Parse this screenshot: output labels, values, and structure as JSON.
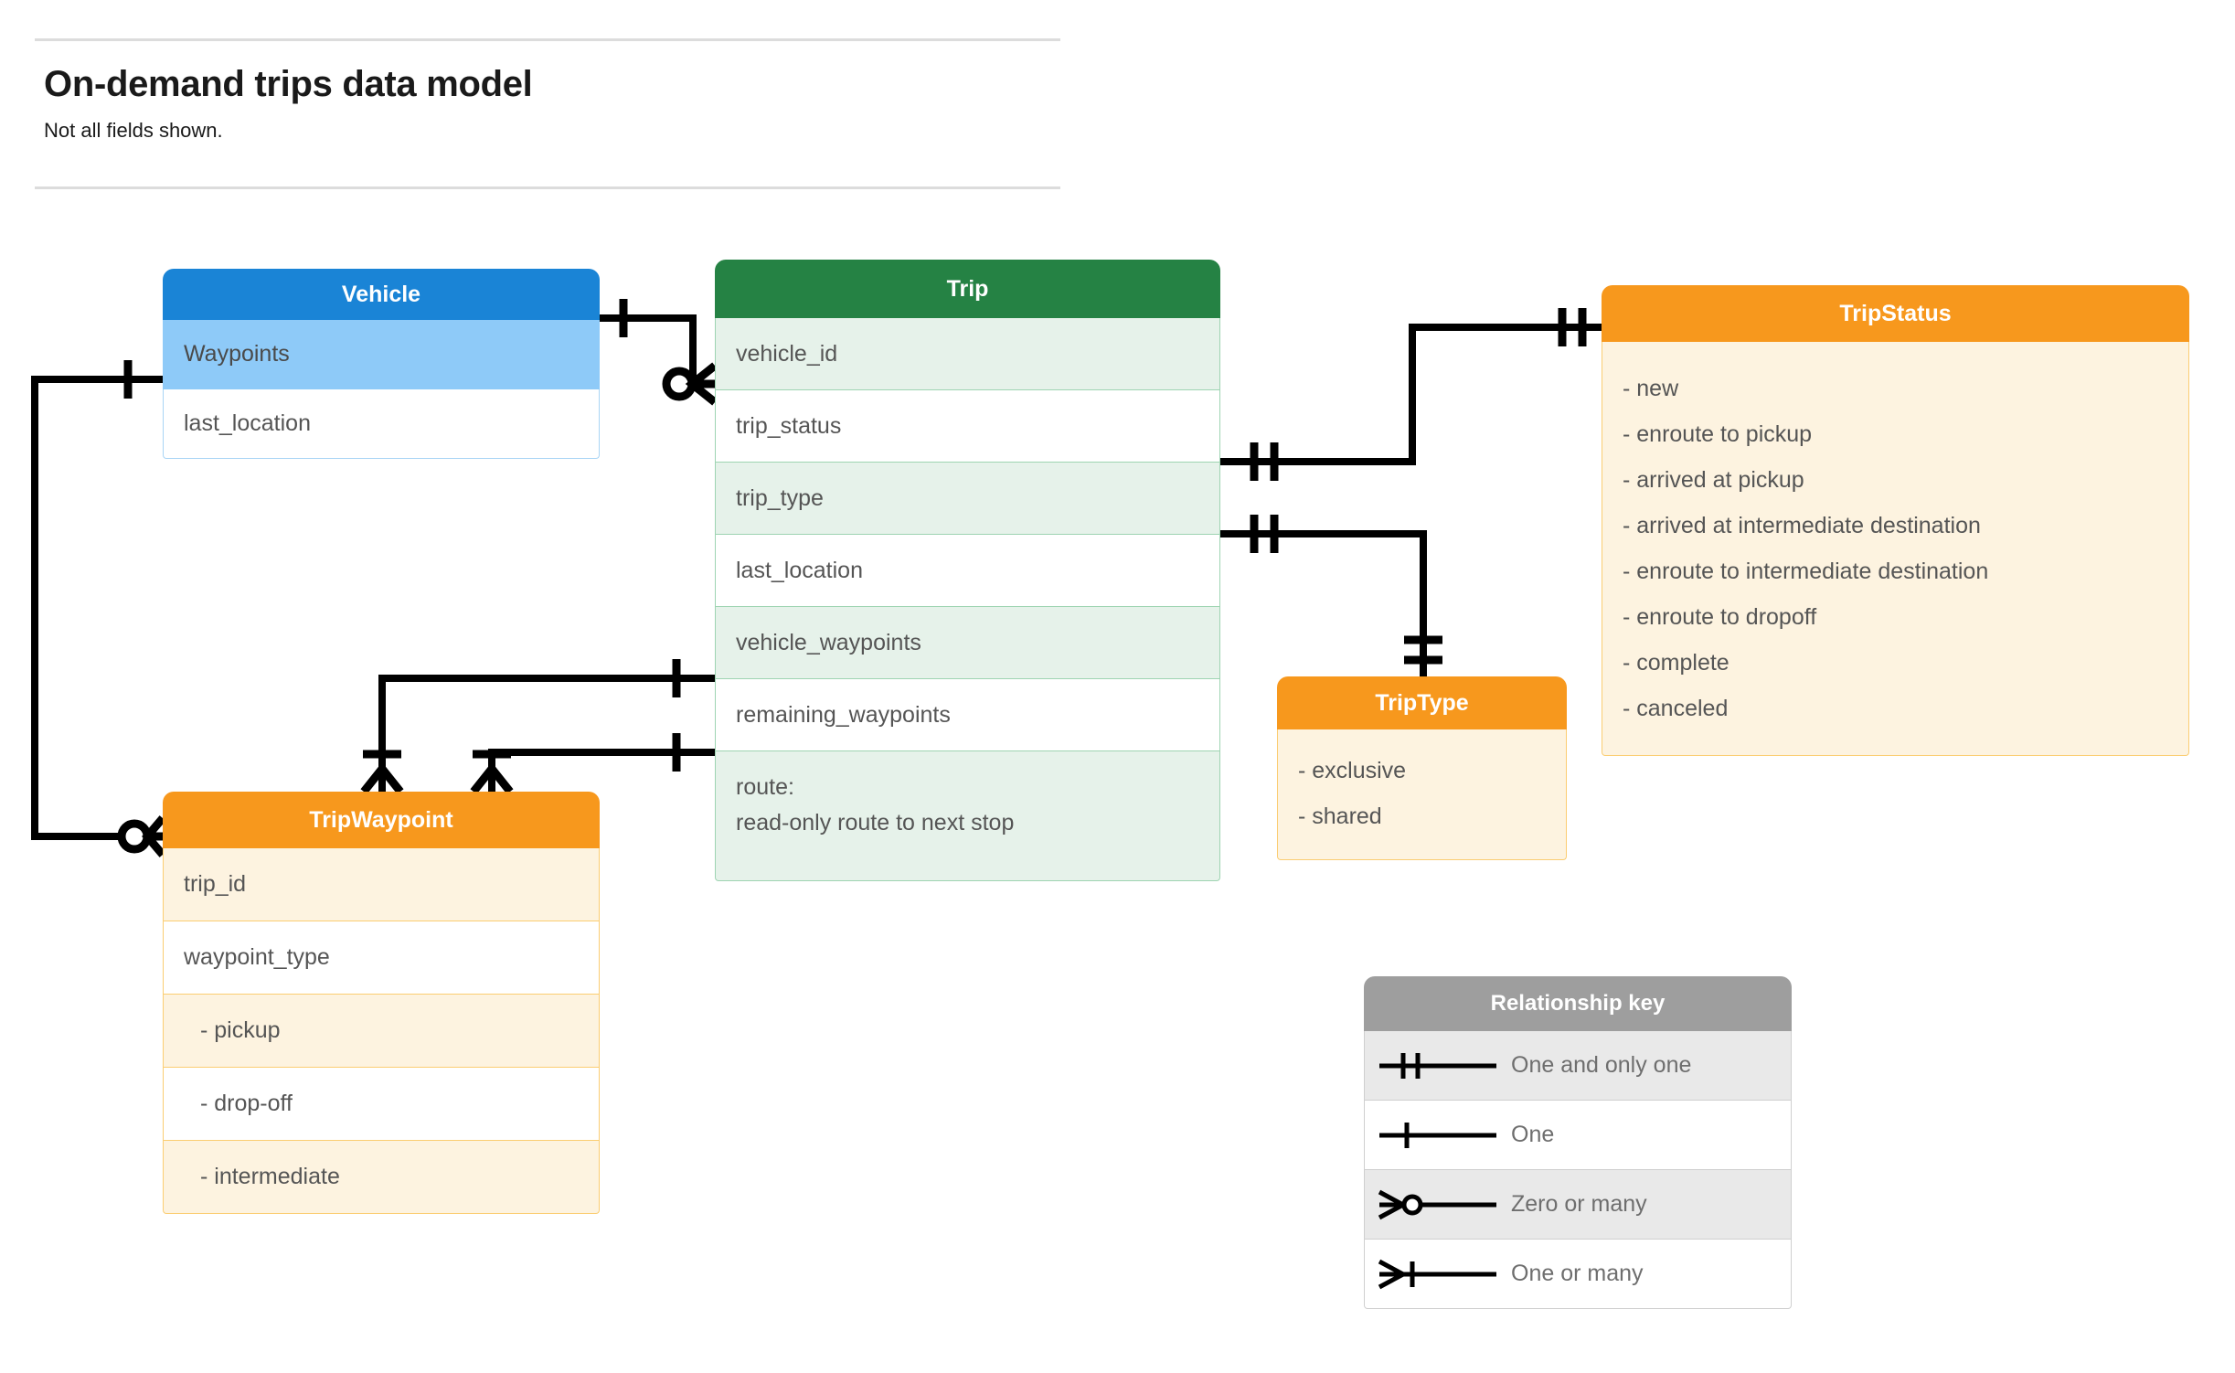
{
  "header": {
    "title": "On-demand trips data model",
    "subtitle": "Not all fields shown."
  },
  "entities": {
    "vehicle": {
      "name": "Vehicle",
      "header_color": "#1a84d6",
      "rows": [
        {
          "label": "Waypoints"
        },
        {
          "label": "last_location"
        }
      ]
    },
    "trip": {
      "name": "Trip",
      "header_color": "#258244",
      "rows": [
        {
          "label": "vehicle_id"
        },
        {
          "label": "trip_status"
        },
        {
          "label": "trip_type"
        },
        {
          "label": "last_location"
        },
        {
          "label": "vehicle_waypoints"
        },
        {
          "label": "remaining_waypoints"
        }
      ],
      "route_row": {
        "line1": "route:",
        "line2": "read-only route to next stop"
      }
    },
    "tripwaypoint": {
      "name": "TripWaypoint",
      "header_color": "#f7981d",
      "rows": [
        {
          "label": "trip_id"
        },
        {
          "label": "waypoint_type"
        },
        {
          "label": "-  pickup"
        },
        {
          "label": "-  drop-off"
        },
        {
          "label": "-  intermediate"
        }
      ]
    },
    "tripstatus": {
      "name": "TripStatus",
      "header_color": "#f7981d",
      "values": [
        "- new",
        "- enroute to pickup",
        "- arrived at pickup",
        "- arrived at intermediate destination",
        "- enroute to intermediate destination",
        "- enroute to dropoff",
        "- complete",
        "- canceled"
      ]
    },
    "triptype": {
      "name": "TripType",
      "header_color": "#f7981d",
      "values": [
        "- exclusive",
        "- shared"
      ]
    }
  },
  "legend": {
    "title": "Relationship key",
    "header_color": "#9e9e9e",
    "rows": [
      {
        "symbol": "one-and-only-one",
        "label": "One and only one"
      },
      {
        "symbol": "one",
        "label": "One"
      },
      {
        "symbol": "zero-or-many",
        "label": "Zero or many"
      },
      {
        "symbol": "one-or-many",
        "label": "One or many"
      }
    ]
  },
  "relationships": [
    {
      "from": "Vehicle",
      "from_card": "one",
      "to": "Trip.vehicle_id",
      "to_card": "zero-or-many"
    },
    {
      "from": "Vehicle.Waypoints",
      "from_card": "one",
      "to": "TripWaypoint",
      "to_card": "zero-or-many"
    },
    {
      "from": "Trip.trip_status",
      "from_card": "one-and-only-one",
      "to": "TripStatus",
      "to_card": "one-and-only-one"
    },
    {
      "from": "Trip.trip_type",
      "from_card": "one-and-only-one",
      "to": "TripType",
      "to_card": "one-and-only-one"
    },
    {
      "from": "Trip.vehicle_waypoints",
      "from_card": "one",
      "to": "TripWaypoint",
      "to_card": "one-or-many"
    },
    {
      "from": "Trip.remaining_waypoints",
      "from_card": "one",
      "to": "TripWaypoint",
      "to_card": "one-or-many"
    }
  ]
}
